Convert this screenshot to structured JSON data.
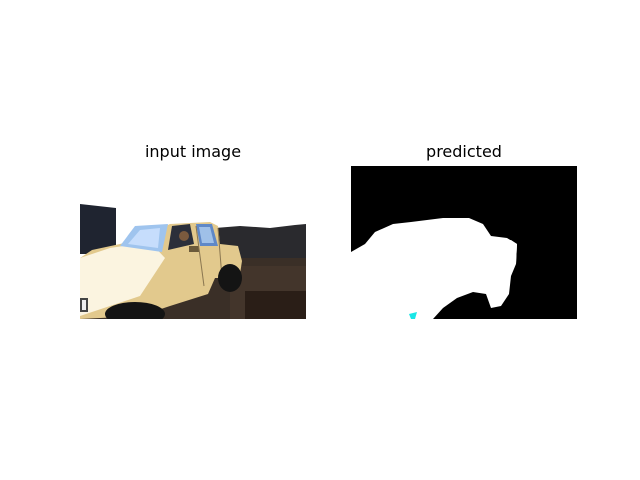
{
  "figure": {
    "panels": [
      {
        "title": "input image",
        "image": "overexposed photo of a pickup truck parked on a dark lot"
      },
      {
        "title": "predicted",
        "image": "binary segmentation mask: white vehicle silhouette on black background"
      }
    ]
  },
  "colors": {
    "background": "#ffffff",
    "mask_background": "#000000",
    "mask_foreground": "#ffffff",
    "mask_artifact": "#19e6e6",
    "truck_body": "#e2c98d",
    "ground": "#3a2f27"
  }
}
